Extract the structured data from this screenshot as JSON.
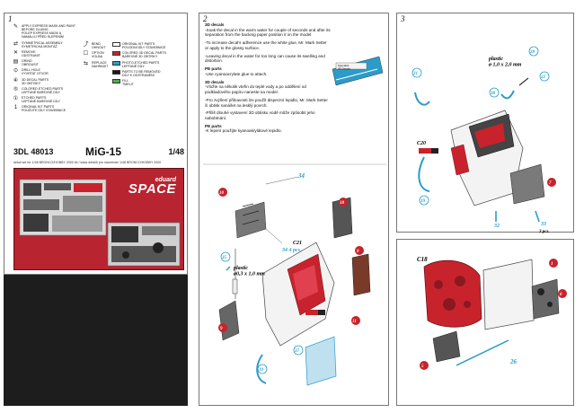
{
  "steps": [
    "1",
    "2",
    "3"
  ],
  "legend_left": [
    {
      "icon": "bend-icon",
      "text": "APPLY EXPRESS MASK AND PAINT BEFORE GLUING\nPOLEP EXPRESS MASK A NAMALUJ PŘED SLEPENÍM"
    },
    {
      "icon": "symmetry-icon",
      "text": "SYMMETRICAL ASSEMBLY\nSYMETRICKÁ MONTÁŽ"
    },
    {
      "icon": "remove-icon",
      "text": "REMOVE\nODSTRANIT"
    },
    {
      "icon": "grind-icon",
      "text": "GRIND\nOBROUSIT"
    },
    {
      "icon": "drill-icon",
      "text": "DRILL HOLE\nVYVRTAT OTVOR"
    },
    {
      "icon": "decal-icon",
      "text": "3D DECAL PARTS\n3D OBTISKY"
    },
    {
      "icon": "etched-colored-icon",
      "text": "COLORED ETCHED PARTS\nLEPTANÉ BAREVNÉ DÍLY"
    },
    {
      "icon": "etched-icon",
      "text": "ETCHED PARTS\nLEPTANÉ BAREVNÉ DÍLY"
    },
    {
      "icon": "kit-part-icon",
      "text": "ORIGINAL KIT PARTS\nPOUŽIJTE DÍLY STAVEBNICE"
    }
  ],
  "legend_mid": [
    {
      "text": "BEND\nOHNOUT"
    },
    {
      "text": "OPTION\nVOLBA"
    },
    {
      "text": "REPLACE\nNAHRADIT"
    }
  ],
  "legend_right": [
    {
      "color": "#ffffff",
      "text": "ORIGINAL KIT PARTS\nPOVODNÍ DÍLY STAVEBNICE"
    },
    {
      "color": "#c8232c",
      "text": "COLORED 3D DECAL PARTS\nBAREVNÉ 3D OBTISKY"
    },
    {
      "color": "#2b9cc9",
      "text": "PHOTO-ETCHED PARTS\nLEPTANÉ DÍLY"
    },
    {
      "color": "#1a1a1a",
      "text": "PARTS TO BE REMOVED\nDÍLY K ODSTRANĚNÍ"
    },
    {
      "color": "#49b04c",
      "text": "FILL\nTMELIT"
    }
  ],
  "product": {
    "code": "3DL 48013",
    "model": "MiG-15",
    "scale": "1/48",
    "subtitle": "detail set for 1/48 BRONCO/HOBBY 2000 kit / sada detailů pro stavebnici 1/48 BRONCO/HOBBY 2000",
    "brand_top": "eduard",
    "brand_main": "SPACE"
  },
  "instructions": {
    "heading_en": "3D decals",
    "en": [
      "-Soak the decal in the warm water for couple of seconds and after its separation from the backing paper position it on the model.",
      "-To increase decal's adherence use the white glue, Mr. Mark Setter or apply to the glossy surface.",
      "-Leaving decal in the water for too long can cause its swelling and distortion."
    ],
    "pe_heading": "PE parts",
    "pe_en": "-Use cyanoacrylate glue to attach.",
    "heading_cz": "3D decals",
    "cz": [
      "-Vložte na několik vteřin do teplé vody a po oddělení od podkladového papíru naneste na model.",
      "-Pro zvýšení přilnavosti lze použít disperzní lepidlo, Mr. Mark Setter či obtisk nanášet na lesklý povrch.",
      "-Příliš dlouhé vystavení 3D obtisku vodě může způsobit jeho nabobtnání."
    ],
    "pe_heading_cz": "PE parts",
    "pe_cz": "-K lepení použijte kyanoakrylátové lepidlo.",
    "diagram_label": "Speciální\n3D Decals"
  },
  "panel2_labels": {
    "part_34": "34",
    "part_34_qty": "34  4 pcs.",
    "part_35": "35",
    "plastic_note": "plastic\nø0,3 x 1,0 mm",
    "part_C21": "C21",
    "part_8": "8",
    "part_9": "9",
    "part_10": "10",
    "part_11": "11",
    "part_18": "18",
    "part_19": "19",
    "part_37": "37"
  },
  "panel3a_labels": {
    "plastic_note": "plastic\nø 1,0 x 2,0 mm",
    "part_28": "28",
    "part_21": "21",
    "part_38": "38",
    "part_22": "22",
    "part_C20": "C20",
    "part_19": "19",
    "part_7": "7",
    "part_32": "32",
    "part_33": "33",
    "part_33_qty": "3 pcs."
  },
  "panel3b_labels": {
    "part_C18": "C18",
    "part_1": "1",
    "part_6": "6",
    "part_5": "5",
    "part_26": "26"
  }
}
